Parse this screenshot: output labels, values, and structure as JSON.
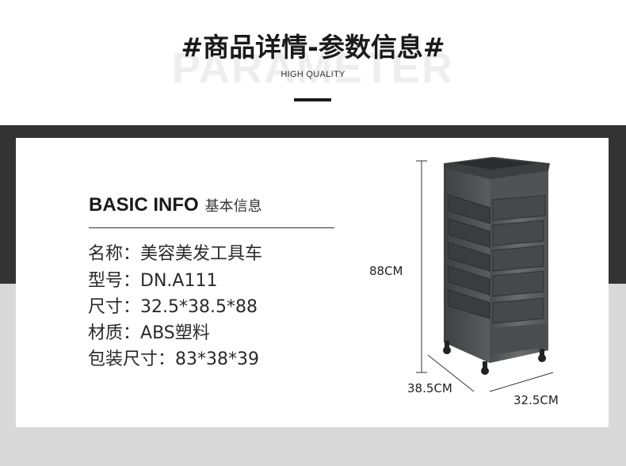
{
  "header": {
    "title": "#商品详情-参数信息#",
    "watermark": "PARAMETER",
    "subtitle": "HIGH QUALITY"
  },
  "info": {
    "heading_en": "BASIC INFO",
    "heading_cn": "基本信息",
    "specs": [
      {
        "label": "名称：",
        "value": "美容美发工具车"
      },
      {
        "label": "型号：",
        "value": "DN.A111"
      },
      {
        "label": "尺寸：",
        "value": "32.5*38.5*88"
      },
      {
        "label": "材质：",
        "value": "ABS塑料"
      },
      {
        "label": "包装尺寸：",
        "value": "83*38*39"
      }
    ]
  },
  "dimensions": {
    "height": "88CM",
    "depth": "38.5CM",
    "width": "32.5CM"
  },
  "colors": {
    "dark_band": "#333333",
    "light_band": "#d9d9d9",
    "cart_body": "#5c5e60",
    "text": "#1a1a1a"
  }
}
